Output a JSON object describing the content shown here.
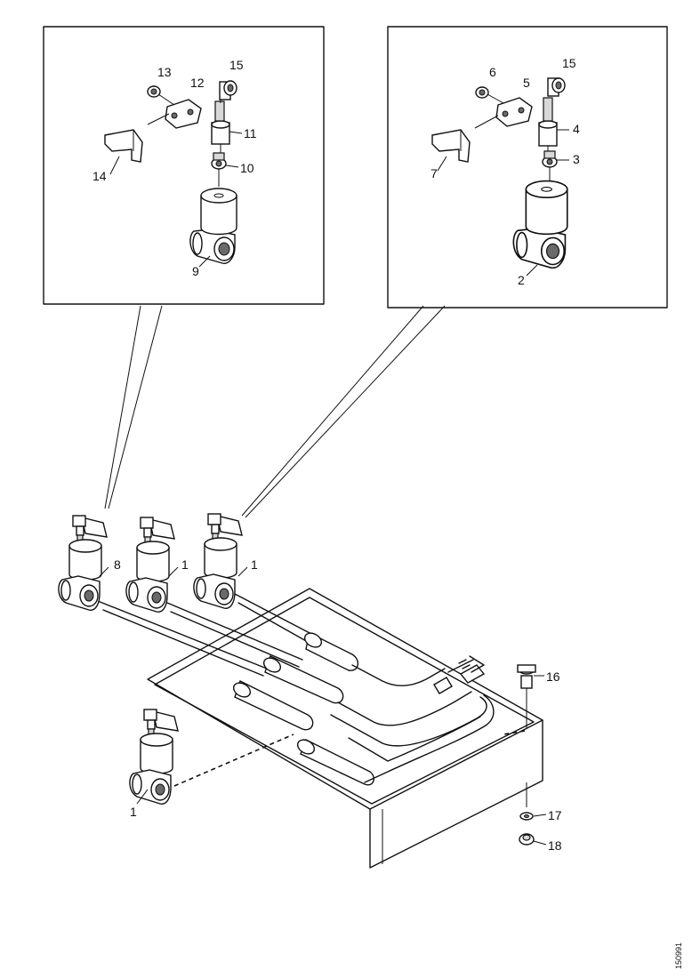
{
  "callouts": {
    "c1a": "1",
    "c1b": "1",
    "c1c": "1",
    "c2": "2",
    "c3": "3",
    "c4": "4",
    "c5": "5",
    "c6": "6",
    "c7": "7",
    "c8": "8",
    "c9": "9",
    "c10": "10",
    "c11": "11",
    "c12": "12",
    "c13": "13",
    "c14": "14",
    "c15a": "15",
    "c15b": "15",
    "c16": "16",
    "c17": "17",
    "c18": "18"
  },
  "figure_ref": "150991"
}
